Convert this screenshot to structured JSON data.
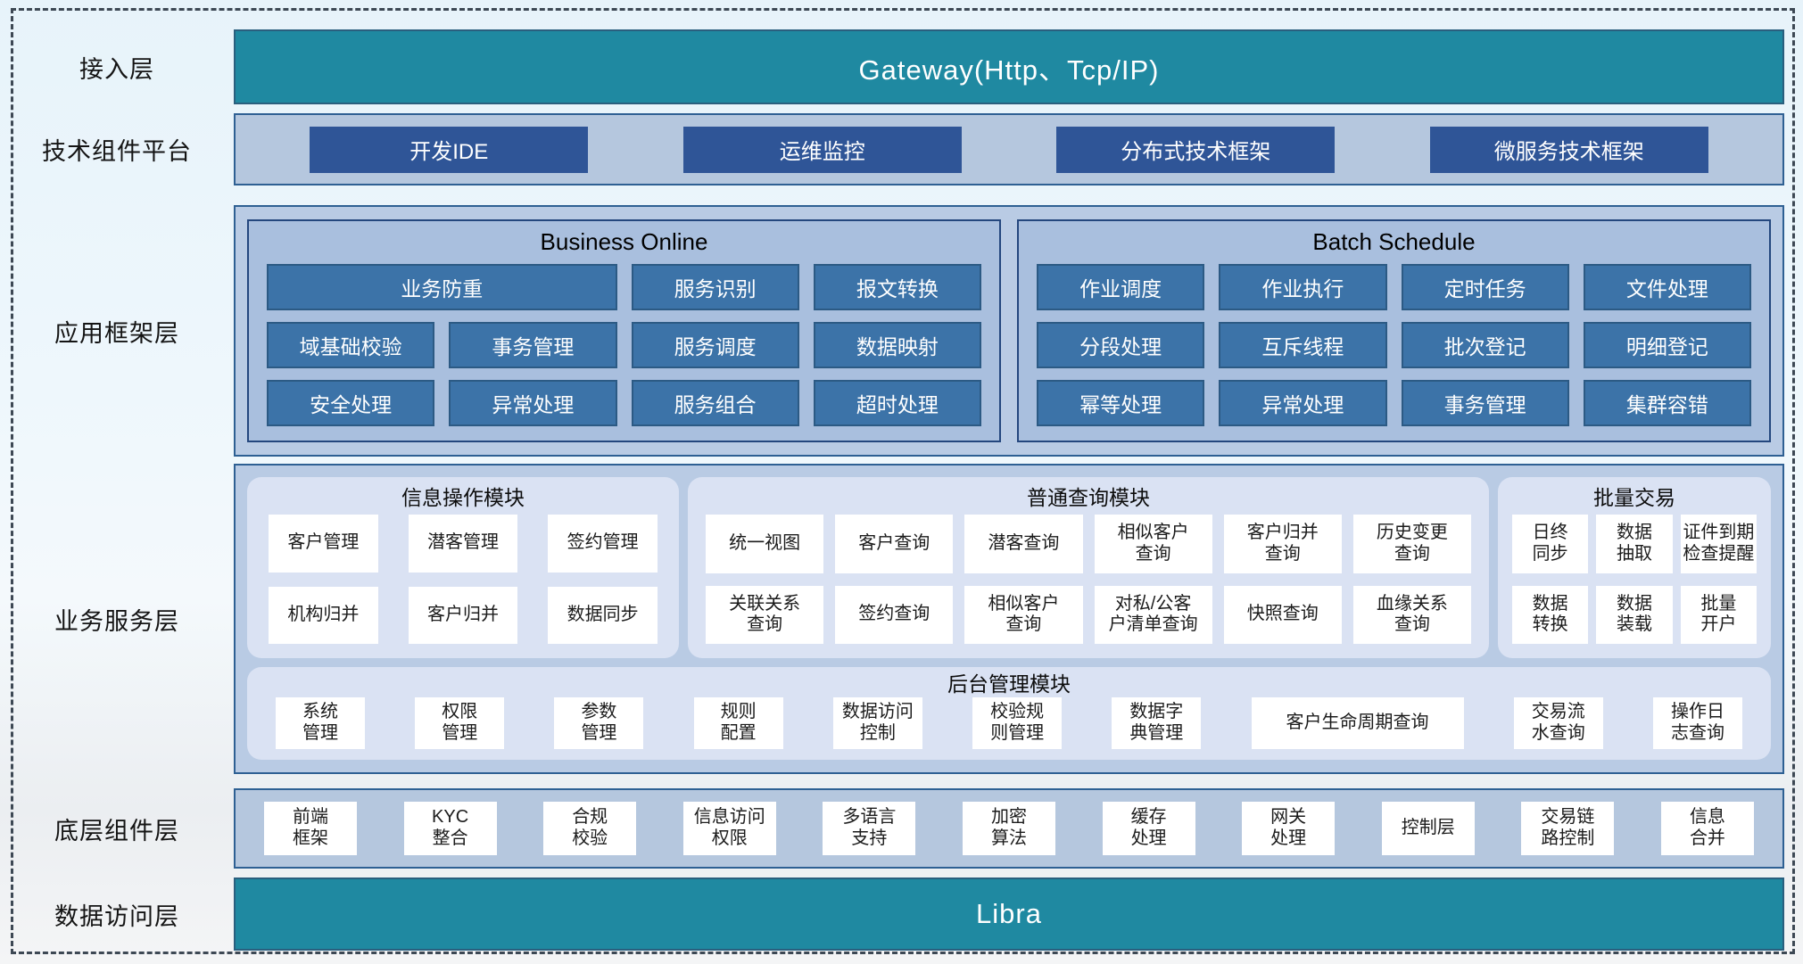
{
  "colors": {
    "teal": "#1f89a1",
    "navy_button": "#2f5597",
    "steel_button": "#3c73a8",
    "band_fill": "#b9cbe4",
    "panel_fill": "#a9bfde",
    "card_fill": "#dae2f3",
    "white_button": "#ffffff"
  },
  "layers": {
    "access": {
      "label": "接入层",
      "bar": "Gateway(Http、Tcp/IP)"
    },
    "tech": {
      "label": "技术组件平台",
      "items": [
        "开发IDE",
        "运维监控",
        "分布式技术框架",
        "微服务技术框架"
      ]
    },
    "framework": {
      "label": "应用框架层",
      "panels": [
        {
          "title": "Business Online",
          "items": [
            {
              "t": "业务防重",
              "span": 2
            },
            "服务识别",
            "报文转换",
            "域基础校验",
            "事务管理",
            "服务调度",
            "数据映射",
            "安全处理",
            "异常处理",
            "服务组合",
            "超时处理"
          ]
        },
        {
          "title": "Batch Schedule",
          "items": [
            "作业调度",
            "作业执行",
            "定时任务",
            "文件处理",
            "分段处理",
            "互斥线程",
            "批次登记",
            "明细登记",
            "幂等处理",
            "异常处理",
            "事务管理",
            "集群容错"
          ]
        }
      ]
    },
    "service": {
      "label": "业务服务层",
      "cards": [
        {
          "title": "信息操作模块",
          "items": [
            "客户管理",
            "潜客管理",
            "签约管理",
            "机构归并",
            "客户归并",
            "数据同步"
          ]
        },
        {
          "title": "普通查询模块",
          "items": [
            "统一视图",
            "客户查询",
            "潜客查询",
            "相似客户\n查询",
            "客户归并\n查询",
            "历史变更\n查询",
            "关联关系\n查询",
            "签约查询",
            "相似客户\n查询",
            "对私/公客\n户清单查询",
            "快照查询",
            "血缘关系\n查询"
          ]
        },
        {
          "title": "批量交易",
          "items": [
            "日终\n同步",
            "数据\n抽取",
            "证件到期\n检查提醒",
            "数据\n转换",
            "数据\n装载",
            "批量\n开户"
          ]
        }
      ],
      "management": {
        "title": "后台管理模块",
        "items": [
          "系统\n管理",
          "权限\n管理",
          "参数\n管理",
          "规则\n配置",
          "数据访问\n控制",
          "校验规\n则管理",
          "数据字\n典管理",
          {
            "t": "客户生命周期查询",
            "wide": true
          },
          "交易流\n水查询",
          "操作日\n志查询"
        ]
      }
    },
    "base": {
      "label": "底层组件层",
      "items": [
        "前端\n框架",
        "KYC\n整合",
        "合规\n校验",
        "信息访问\n权限",
        "多语言\n支持",
        "加密\n算法",
        "缓存\n处理",
        "网关\n处理",
        "控制层",
        "交易链\n路控制",
        "信息\n合并"
      ]
    },
    "data_access": {
      "label": "数据访问层",
      "bar": "Libra"
    }
  }
}
